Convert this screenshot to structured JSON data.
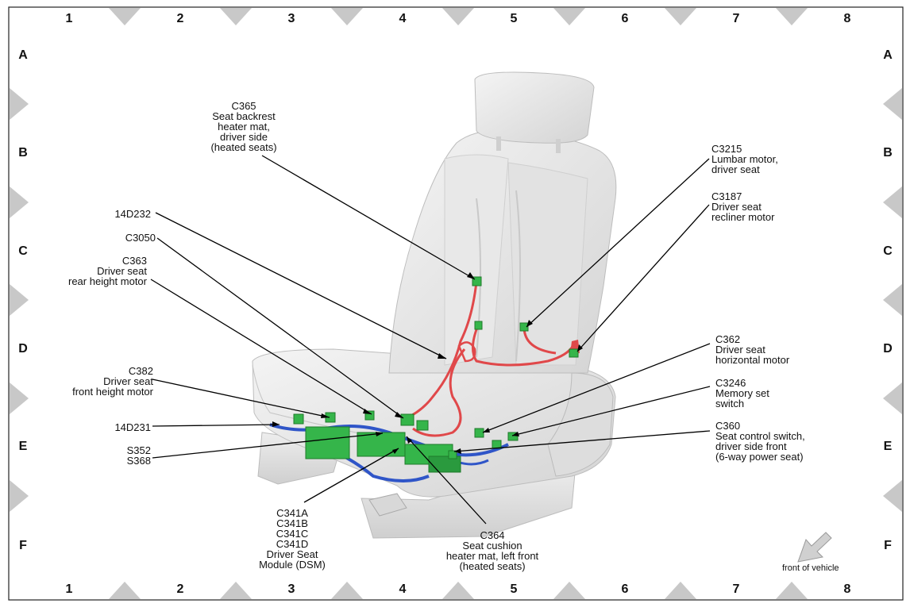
{
  "grid": {
    "columns": [
      "1",
      "2",
      "3",
      "4",
      "5",
      "6",
      "7",
      "8"
    ],
    "rows": [
      "A",
      "B",
      "C",
      "D",
      "E",
      "F"
    ]
  },
  "labels": {
    "c365": "C365\nSeat backrest\nheater mat,\ndriver side\n(heated seats)",
    "c3215": "C3215\nLumbar motor,\ndriver seat",
    "c3187": "C3187\nDriver seat\nrecliner motor",
    "d14d232": "14D232",
    "c3050": "C3050",
    "c363": "C363\nDriver seat\nrear height motor",
    "c382": "C382\nDriver seat\nfront height motor",
    "d14d231": "14D231",
    "s352": "S352\nS368",
    "c341": "C341A\nC341B\nC341C\nC341D\nDriver Seat\nModule (DSM)",
    "c364": "C364\nSeat cushion\nheater mat, left front\n(heated seats)",
    "c362": "C362\nDriver seat\nhorizontal motor",
    "c3246": "C3246\nMemory set\nswitch",
    "c360": "C360\nSeat control switch,\ndriver side front\n(6-way power seat)"
  },
  "orientation": {
    "label": "front of vehicle",
    "icon": "arrow-down-left-icon"
  },
  "colors": {
    "border": "#222222",
    "tick": "#c8c8c8",
    "seat_fill": "#e4e4e4",
    "seat_stroke": "#bdbdbd",
    "red_harness": "#e0484a",
    "blue_harness": "#2f55c8",
    "connector_green": "#35b54a",
    "leader": "#000000"
  }
}
